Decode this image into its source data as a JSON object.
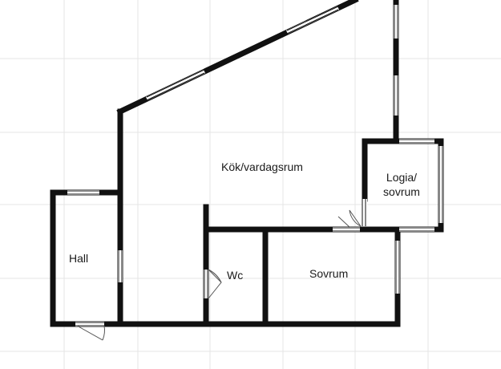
{
  "plan": {
    "rooms": [
      {
        "id": "kok",
        "label": "Kök/vardagsrum"
      },
      {
        "id": "logia-line1",
        "label": "Logia/"
      },
      {
        "id": "logia-line2",
        "label": "sovrum"
      },
      {
        "id": "hall",
        "label": "Hall"
      },
      {
        "id": "wc",
        "label": "Wc"
      },
      {
        "id": "sovrum",
        "label": "Sovrum"
      }
    ],
    "colors": {
      "wall": "#111111",
      "grid": "#e6e6e6",
      "window": "#ffffff",
      "door": "#555555"
    }
  }
}
